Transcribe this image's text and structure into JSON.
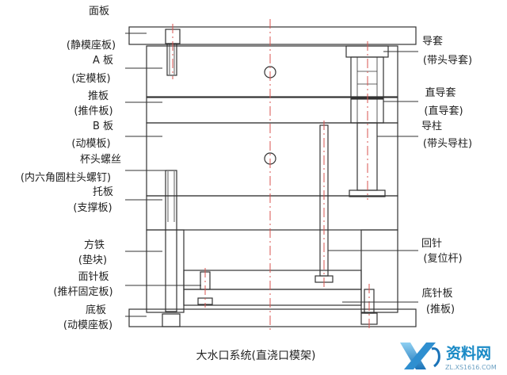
{
  "left_labels": [
    {
      "main": "面板",
      "sub": "(静模座板)"
    },
    {
      "main": "A 板",
      "sub": "(定模板)"
    },
    {
      "main": "推板",
      "sub": "(推件板)"
    },
    {
      "main": "B 板",
      "sub": "(动模板)"
    },
    {
      "main": "杯头螺丝",
      "sub": "(内六角圆柱头螺钉)"
    },
    {
      "main": "托板",
      "sub": "(支撑板)"
    },
    {
      "main": "方铁",
      "sub": "(垫块)"
    },
    {
      "main": "面针板",
      "sub": "(推杆固定板)"
    },
    {
      "main": "底板",
      "sub": "(动模座板)"
    }
  ],
  "right_labels": [
    {
      "main": "导套",
      "sub": "(带头导套)"
    },
    {
      "main": "直导套",
      "sub": "(直导套)"
    },
    {
      "main": "导柱",
      "sub": "(带头导柱)"
    },
    {
      "main": "回针",
      "sub": "(复位杆)"
    },
    {
      "main": "底针板",
      "sub": "(推板)"
    }
  ],
  "caption": "大水口系统(直浇口模架)",
  "watermark": {
    "text": "资料网",
    "url": "ZL.XS1616.COM",
    "color": "#1a8ac6"
  },
  "colors": {
    "line": "#333333",
    "centerline": "#d9534f",
    "label": "#222222"
  }
}
